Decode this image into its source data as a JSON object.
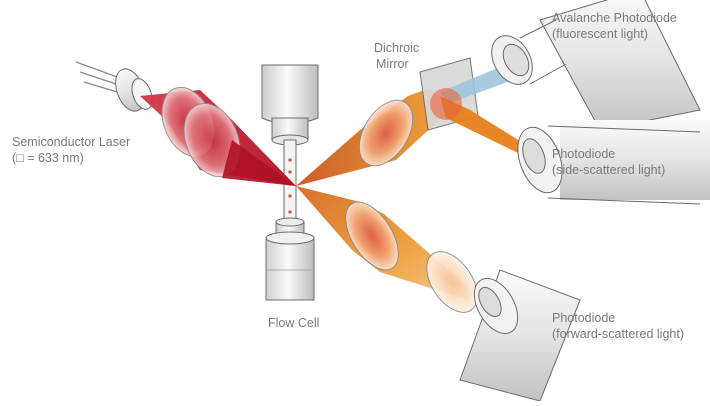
{
  "labels": {
    "laser_line1": "Semiconductor Laser",
    "laser_line2": "(□ = 633 nm)",
    "flow_cell": "Flow Cell",
    "dichroic_line1": "Dichroic",
    "dichroic_line2": "Mirror",
    "apd_line1": "Avalanche Photodiode",
    "apd_line2": "(fluorescent light)",
    "side_line1": "Photodiode",
    "side_line2": "(side-scattered light)",
    "forward_line1": "Photodiode",
    "forward_line2": "(forward-scattered light)"
  },
  "colors": {
    "laser_red": "#c0182c",
    "scatter_orange": "#e8801a",
    "fluorescent_blue": "#9ec4dc",
    "outline": "#6b6b6b"
  }
}
